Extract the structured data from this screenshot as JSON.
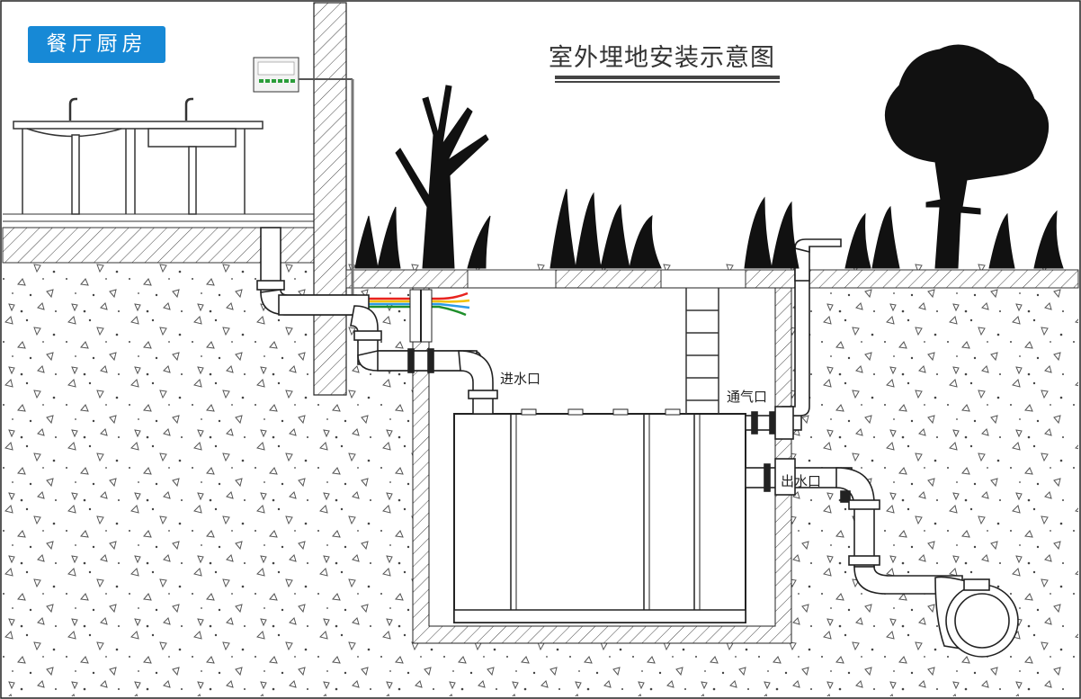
{
  "header": {
    "badge_label": "餐厅厨房",
    "title": "室外埋地安装示意图"
  },
  "labels": {
    "inlet": "进水口",
    "vent": "通气口",
    "outlet": "出水口"
  },
  "colors": {
    "badge": "#1789d6",
    "line": "#222222",
    "wires": [
      "#e8231e",
      "#f2c200",
      "#2d9be8",
      "#1f8f2b"
    ]
  },
  "icons": {
    "control_panel": "control-panel-icon",
    "sinks": "sink-icon",
    "trees": "tree-icon",
    "pump": "pump-icon",
    "ladder": "ladder-icon"
  }
}
